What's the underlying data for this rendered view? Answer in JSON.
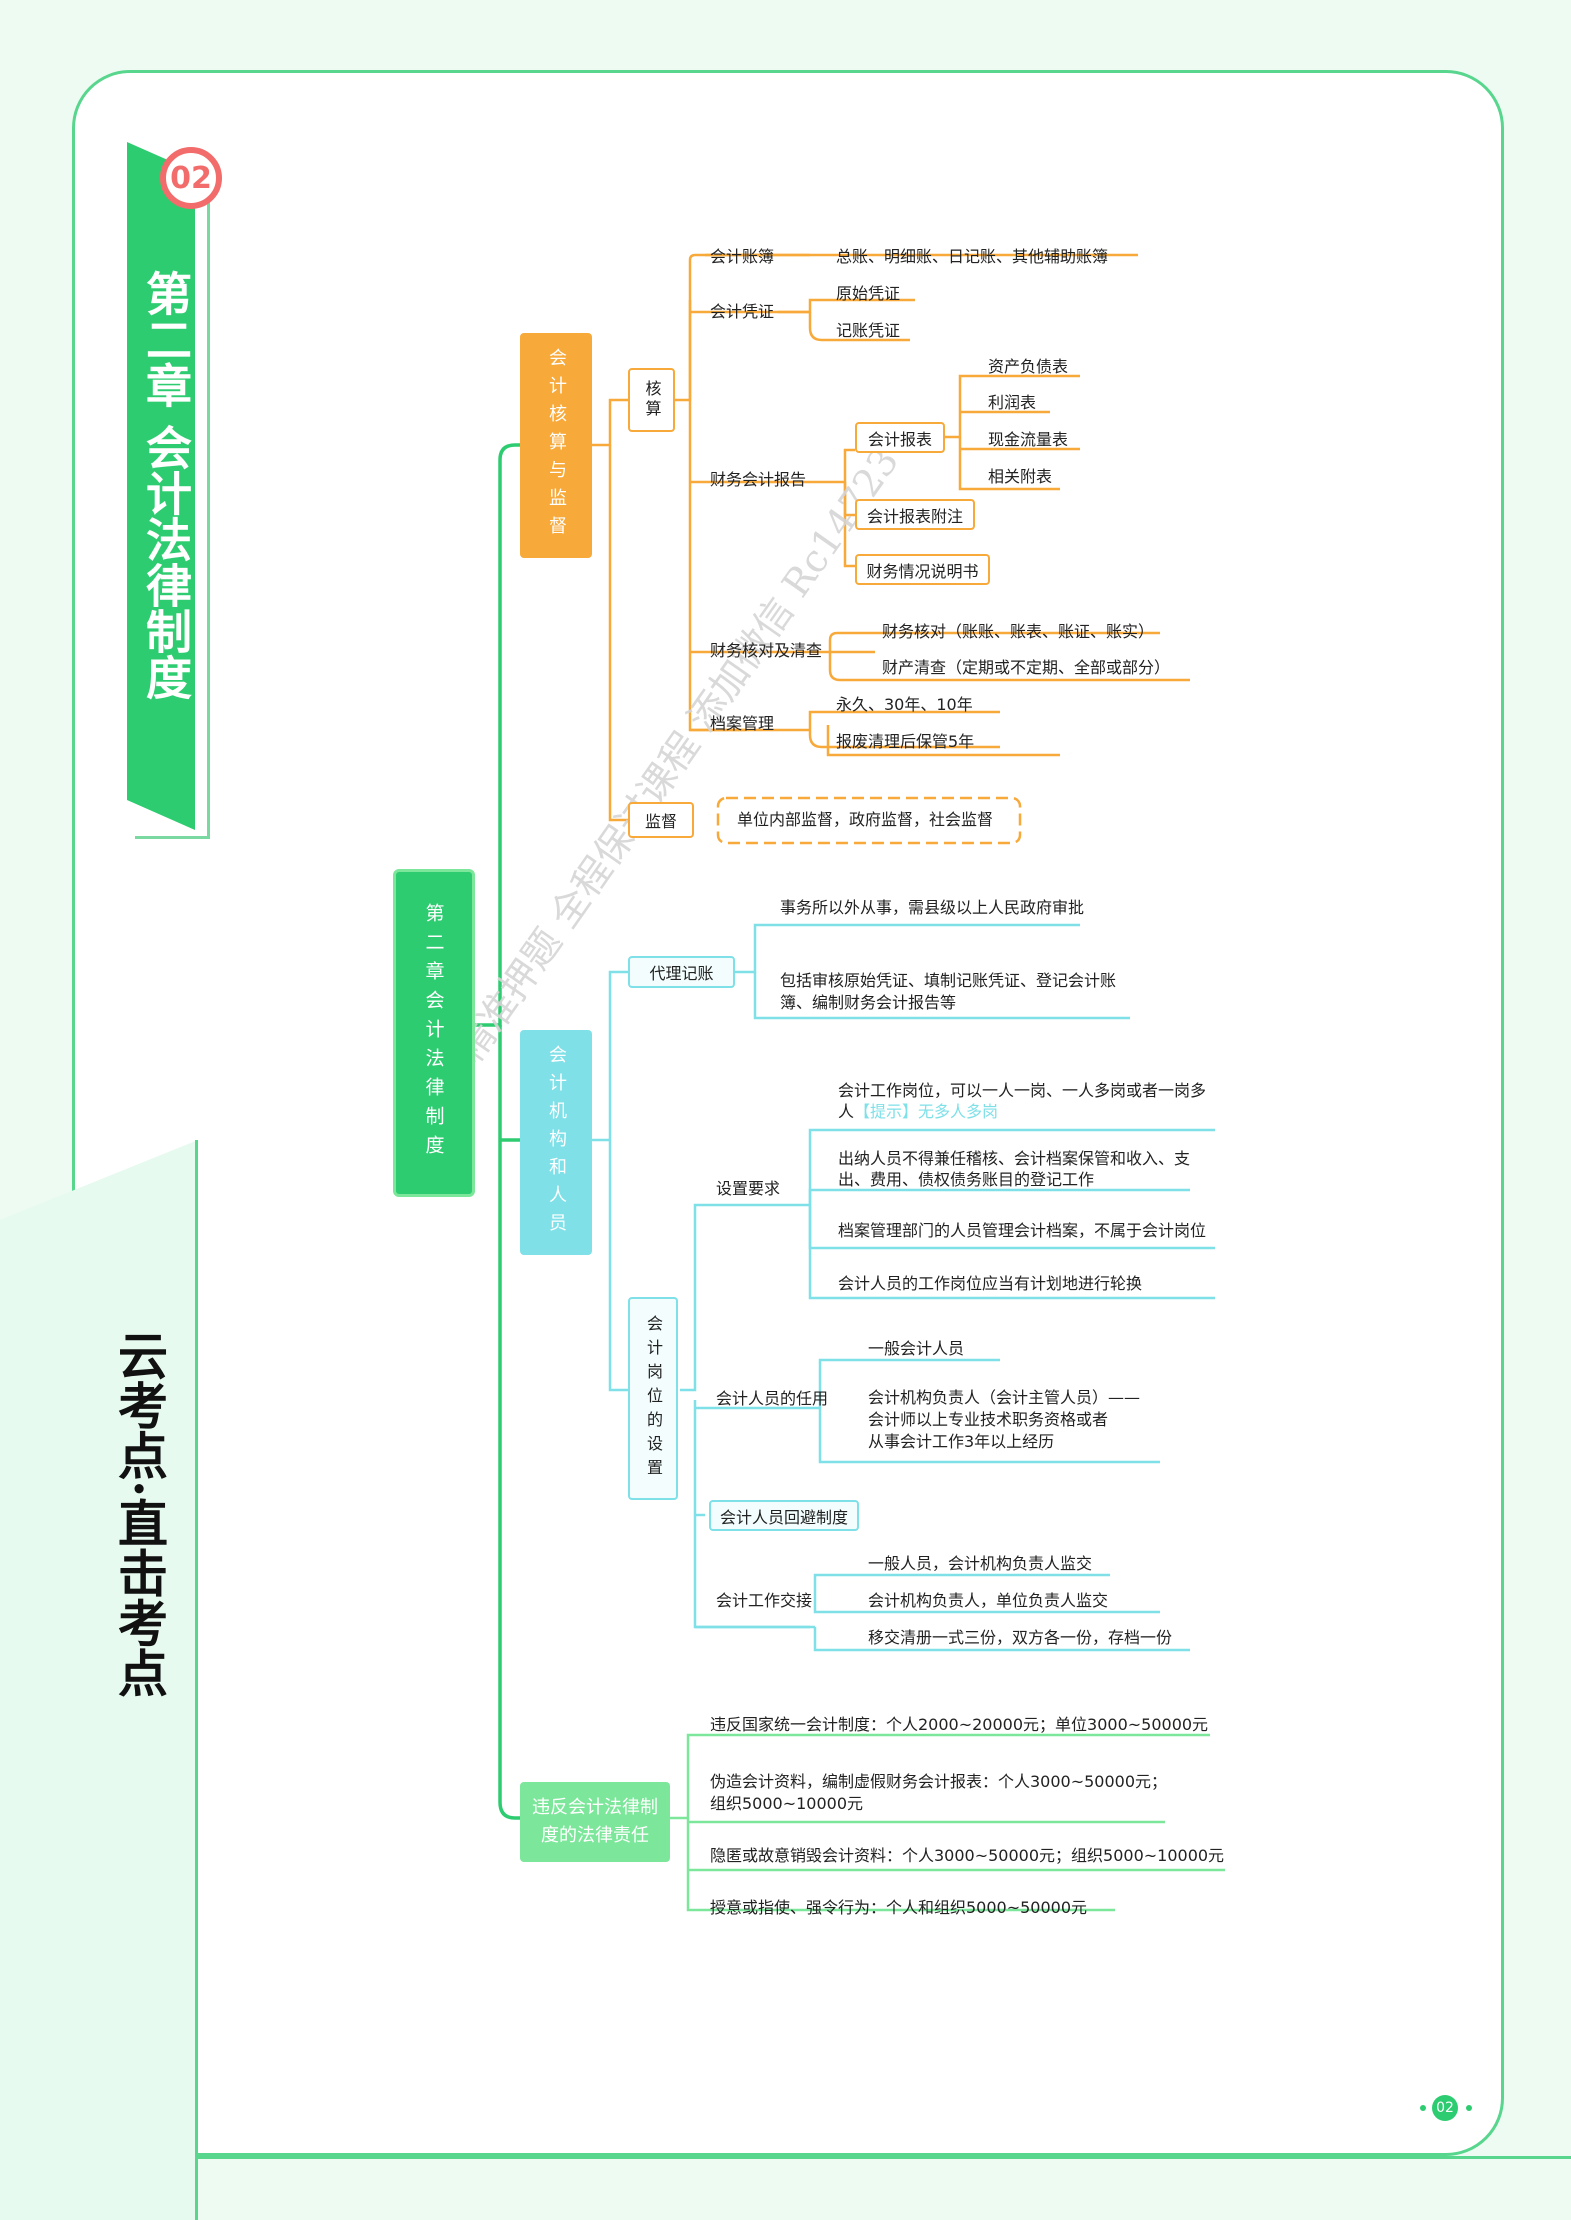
{
  "page": {
    "badge": "02",
    "chapter_title": "第二章 会计法律制度",
    "slogan": "云考点·直击考点",
    "page_number": "02"
  },
  "watermark": "精准押题 全程保过课程 添加微信 Rc14723",
  "colors": {
    "green": "#2ecc71",
    "orange": "#f7a93a",
    "cyan": "#7fe0e8",
    "light_green": "#7ce79a",
    "red": "#f36c6c"
  },
  "root": "第二章会计法律制度",
  "branch1": {
    "title": "会计核算与监督",
    "hesuan": {
      "label": "核算",
      "zhangbu": {
        "label": "会计账簿",
        "detail": "总账、明细账、日记账、其他辅助账簿"
      },
      "pingzheng": {
        "label": "会计凭证",
        "items": [
          "原始凭证",
          "记账凭证"
        ]
      },
      "baogao": {
        "label": "财务会计报告",
        "baobiao": {
          "label": "会计报表",
          "items": [
            "资产负债表",
            "利润表",
            "现金流量表",
            "相关附表"
          ]
        },
        "fuzhu": "会计报表附注",
        "shuoming": "财务情况说明书"
      },
      "qingcha": {
        "label": "财务核对及清查",
        "items": [
          "财务核对（账账、账表、账证、账实）",
          "财产清查（定期或不定期、全部或部分）"
        ]
      },
      "dangan": {
        "label": "档案管理",
        "items": [
          "永久、30年、10年",
          "报废清理后保管5年"
        ]
      }
    },
    "jiandu": {
      "label": "监督",
      "detail": "单位内部监督，政府监督，社会监督"
    }
  },
  "branch2": {
    "title": "会计机构和人员",
    "daili": {
      "label": "代理记账",
      "items": [
        "事务所以外从事，需县级以上人民政府审批",
        "包括审核原始凭证、填制记账凭证、登记会计账",
        "簿、编制财务会计报告等"
      ]
    },
    "gangwei": {
      "label": "会计岗位的设置",
      "shezhi": {
        "label": "设置要求",
        "item1a": "会计工作岗位，可以一人一岗、一人多岗或者一岗多",
        "item1b": "人",
        "hint": "【提示】无多人多岗",
        "item2a": "出纳人员不得兼任稽核、会计档案保管和收入、支",
        "item2b": "出、费用、债权债务账目的登记工作",
        "item3": "档案管理部门的人员管理会计档案，不属于会计岗位",
        "item4": "会计人员的工作岗位应当有计划地进行轮换"
      },
      "renyong": {
        "label": "会计人员的任用",
        "item1": "一般会计人员",
        "item2a": "会计机构负责人（会计主管人员）——",
        "item2b": "会计师以上专业技术职务资格或者",
        "item2c": "从事会计工作3年以上经历"
      },
      "huibi": "会计人员回避制度",
      "jiaojie": {
        "label": "会计工作交接",
        "items": [
          "一般人员，会计机构负责人监交",
          "会计机构负责人，单位负责人监交",
          "移交清册一式三份，双方各一份，存档一份"
        ]
      }
    }
  },
  "branch3": {
    "title_a": "违反会计法律制",
    "title_b": "度的法律责任",
    "items": [
      "违反国家统一会计制度：个人2000~20000元；单位3000~50000元",
      "伪造会计资料，编制虚假财务会计报表：个人3000~50000元；",
      "组织5000~10000元",
      "隐匿或故意销毁会计资料：个人3000~50000元；组织5000~10000元",
      "授意或指使、强令行为：个人和组织5000~50000元"
    ]
  }
}
